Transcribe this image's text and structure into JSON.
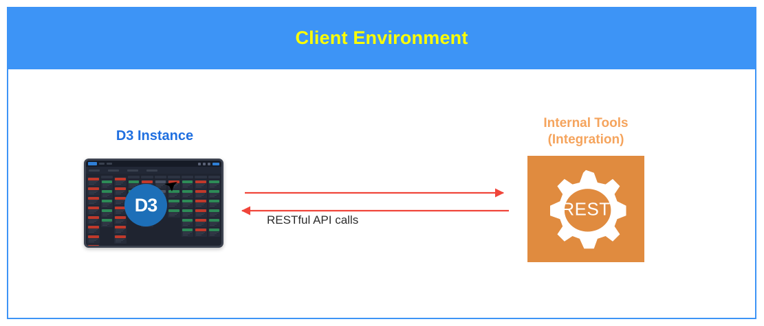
{
  "diagram": {
    "title": "Client Environment",
    "colors": {
      "header_bg": "#3d94f6",
      "header_text": "#ffff00",
      "frame_border": "#3d94f6",
      "d3_label": "#1f6fe0",
      "d3_logo_circle": "#1d6fb8",
      "tools_label": "#f5a45d",
      "tools_box": "#e08b3f",
      "arrow": "#f0453a",
      "arrow_label": "#2c2c2c"
    }
  },
  "nodes": {
    "d3": {
      "label": "D3 Instance",
      "logo_text": "D3",
      "icon": "d3-dashboard-screenshot"
    },
    "tools": {
      "label_line1": "Internal Tools",
      "label_line2": "(Integration)",
      "icon": "gear-icon",
      "icon_text": "REST"
    }
  },
  "connection": {
    "label": "RESTful API calls",
    "arrows": [
      {
        "direction": "right",
        "from": "d3",
        "to": "tools"
      },
      {
        "direction": "left",
        "from": "tools",
        "to": "d3"
      }
    ]
  },
  "d3_dashboard": {
    "columns": [
      {
        "cards": [
          "red",
          "red",
          "red",
          "red",
          "red",
          "red",
          "red",
          "red"
        ]
      },
      {
        "cards": [
          "green",
          "green",
          "green",
          "green",
          "green"
        ]
      },
      {
        "cards": [
          "red",
          "red",
          "red",
          "red",
          "red",
          "red",
          "red"
        ]
      },
      {
        "cards": [
          "green",
          "green",
          "green",
          "green"
        ]
      },
      {
        "cards": [
          "red",
          "red",
          "red",
          "red",
          "red"
        ]
      },
      {
        "cards": [
          "grey",
          "grey",
          "grey"
        ]
      },
      {
        "cards": [
          "red",
          "green",
          "green",
          "green"
        ]
      },
      {
        "cards": [
          "green",
          "green",
          "green",
          "green",
          "green",
          "green"
        ]
      },
      {
        "cards": [
          "red",
          "red",
          "red",
          "red",
          "red",
          "red"
        ]
      },
      {
        "cards": [
          "green",
          "green",
          "green",
          "green",
          "green",
          "green"
        ]
      }
    ]
  }
}
